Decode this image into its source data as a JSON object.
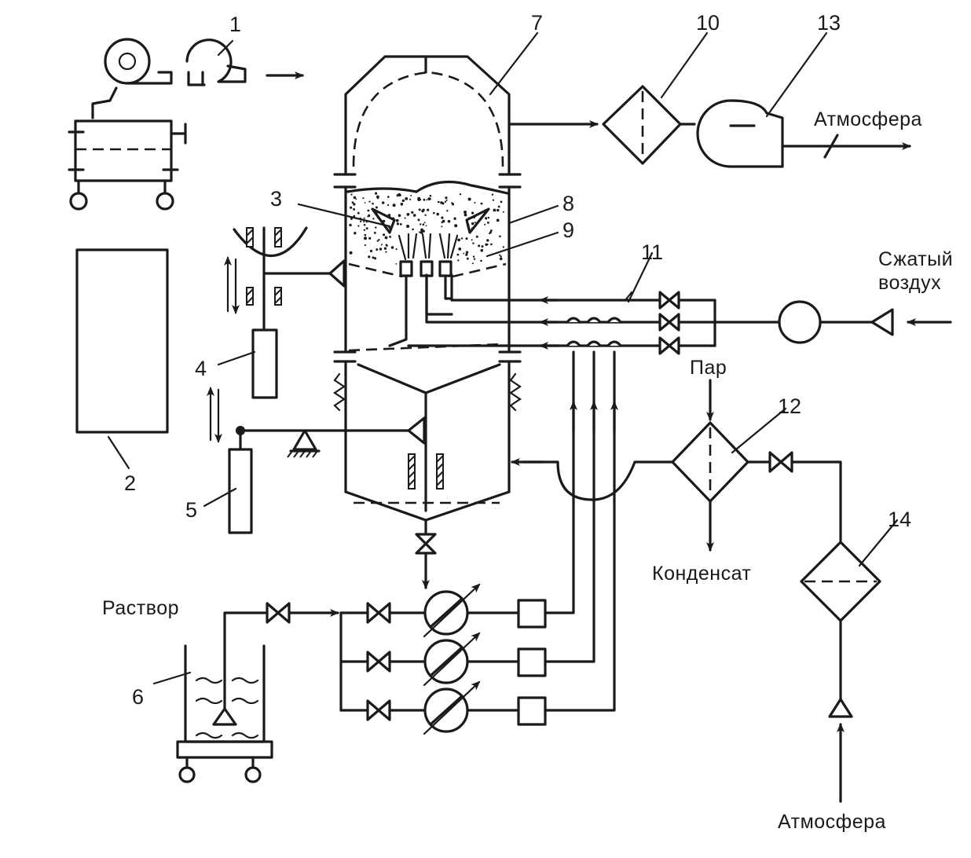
{
  "numbers": {
    "n1": "1",
    "n2": "2",
    "n3": "3",
    "n4": "4",
    "n5": "5",
    "n6": "6",
    "n7": "7",
    "n8": "8",
    "n9": "9",
    "n10": "10",
    "n11": "11",
    "n12": "12",
    "n13": "13",
    "n14": "14"
  },
  "labels": {
    "atm_top": "Атмосфера",
    "compressed_air_1": "Сжатый",
    "compressed_air_2": "воздух",
    "steam": "Пар",
    "condensate": "Конденсат",
    "solution": "Раствор",
    "atm_bottom": "Атмосфера"
  }
}
